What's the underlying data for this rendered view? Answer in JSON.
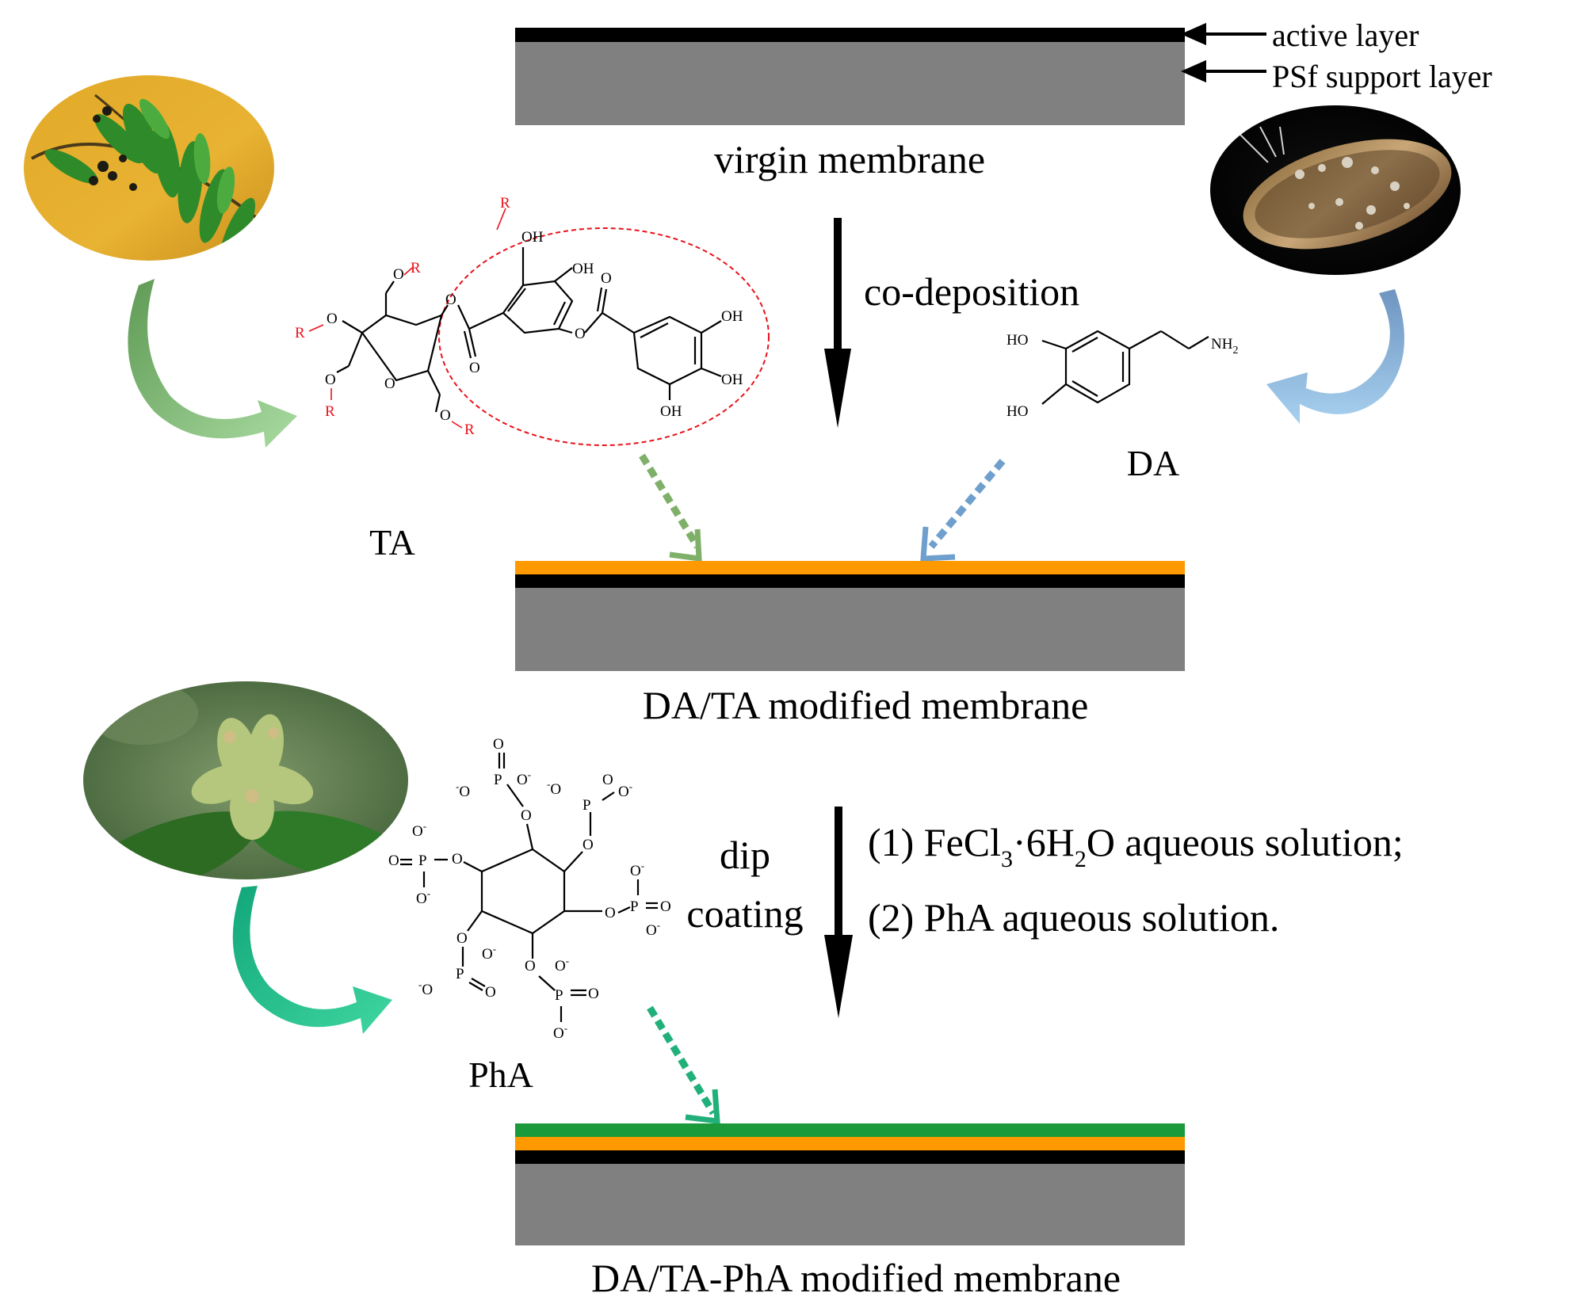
{
  "labels": {
    "active_layer": "active layer",
    "psf_support_layer": "PSf support layer",
    "virgin_membrane": "virgin membrane",
    "co_deposition": "co-deposition",
    "ta": "TA",
    "da": "DA",
    "da_ta_membrane": "DA/TA modified membrane",
    "dip": "dip",
    "coating": "coating",
    "step1_prefix": "(1) FeCl",
    "step1_sub3": "3",
    "step1_mid": "·6H",
    "step1_sub2": "2",
    "step1_suffix": "O aqueous solution;",
    "step2": "(2) PhA aqueous solution.",
    "pha": "PhA",
    "da_ta_pha_membrane": "DA/TA-PhA modified membrane"
  },
  "chem_labels": {
    "oh": "OH",
    "ho": "HO",
    "o": "O",
    "r": "R",
    "nh2": "NH",
    "nh2_sub": "2",
    "o_minus": "O",
    "minus": "-",
    "p": "P"
  },
  "colors": {
    "support_layer": "#808080",
    "active_layer": "#000000",
    "da_ta_layer": "#ff9900",
    "pha_layer": "#1a9a3a",
    "ta_arrow": "#7fb069",
    "da_arrow": "#6f9fcc",
    "pha_arrow": "#22b07a",
    "highlight_circle": "#e8121b"
  },
  "images": {
    "tea_plant": "plant-photo-icon",
    "mussel": "mussel-photo-icon",
    "seed_pods": "seed-photo-icon"
  }
}
